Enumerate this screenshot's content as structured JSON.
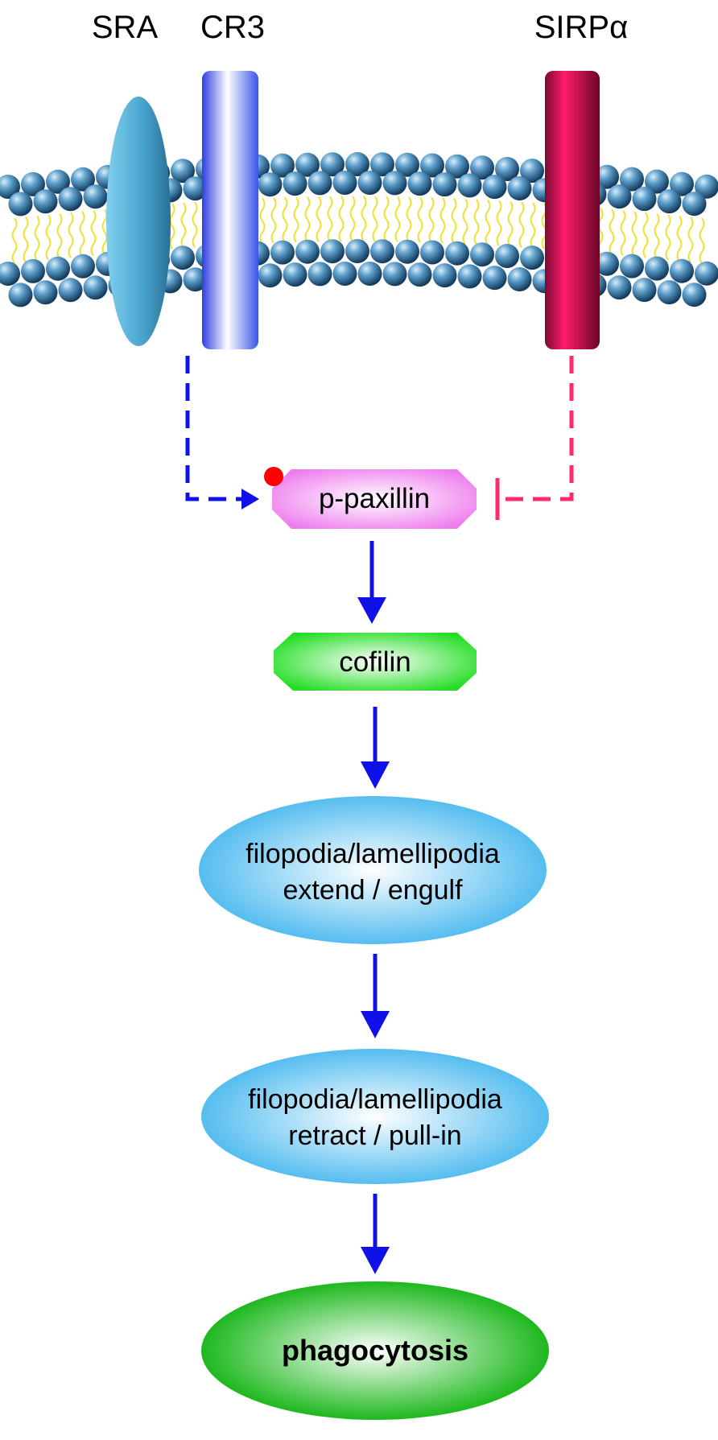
{
  "receptors": {
    "sra": {
      "label": "SRA"
    },
    "cr3": {
      "label": "CR3"
    },
    "sirpa": {
      "label": "SIRPα"
    }
  },
  "nodes": {
    "p_paxillin": {
      "label": "p-paxillin"
    },
    "cofilin": {
      "label": "cofilin"
    },
    "extend": {
      "line1": "filopodia/lamellipodia",
      "line2": "extend / engulf"
    },
    "retract": {
      "line1": "filopodia/lamellipodia",
      "line2": "retract / pull-in"
    },
    "phagocytosis": {
      "label": "phagocytosis"
    }
  },
  "edges": [
    {
      "from": "SRA/CR3",
      "to": "p-paxillin",
      "type": "activation",
      "style": "dashed"
    },
    {
      "from": "SIRPα",
      "to": "p-paxillin",
      "type": "inhibition",
      "style": "dashed"
    },
    {
      "from": "p-paxillin",
      "to": "cofilin",
      "type": "activation"
    },
    {
      "from": "cofilin",
      "to": "filopodia/lamellipodia extend / engulf",
      "type": "activation"
    },
    {
      "from": "filopodia/lamellipodia extend / engulf",
      "to": "filopodia/lamellipodia retract / pull-in",
      "type": "activation"
    },
    {
      "from": "filopodia/lamellipodia retract / pull-in",
      "to": "phagocytosis",
      "type": "activation"
    }
  ],
  "colors": {
    "activation_arrow": "#1010e8",
    "inhibition_line": "#ff2a6a",
    "membrane_head": "#3f86b8",
    "membrane_tail": "#f0e030",
    "sra_receptor": "#4aa6d0",
    "cr3_receptor": "#5a6ef0",
    "sirpa_receptor": "#b0104a",
    "p_paxillin_fill": "#f090f0",
    "cofilin_fill": "#22dd22",
    "process_fill": "#58c0f0",
    "phagocytosis_fill": "#20b820",
    "phospho_dot": "#ff0000"
  }
}
